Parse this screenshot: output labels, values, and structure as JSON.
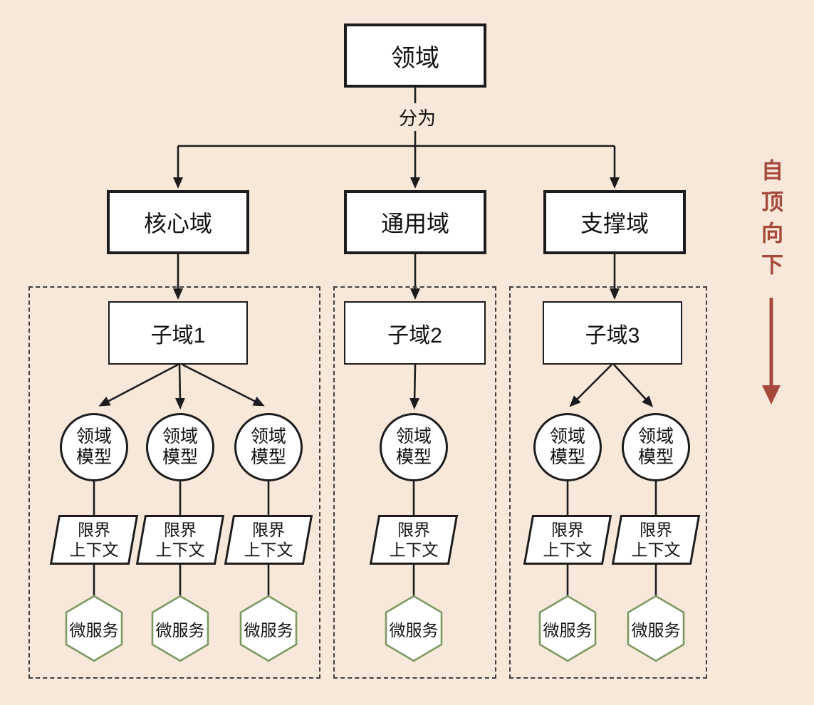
{
  "diagram": {
    "root": "领域",
    "split_label": "分为",
    "domains": [
      "核心域",
      "通用域",
      "支撑域"
    ],
    "subdomains": [
      "子域1",
      "子域2",
      "子域3"
    ],
    "shared_labels": {
      "domain_model": [
        "领域",
        "模型"
      ],
      "bounded_context": [
        "限界",
        "上下文"
      ],
      "microservice": "微服务"
    },
    "annotation": "自顶向下",
    "colors": {
      "background": "#f7e8da",
      "node_fill": "#ffffff",
      "node_border": "#1c1c1c",
      "dashed_border": "#3f3f3f",
      "hexagon_border": "#7d9a62",
      "accent_red": "#a6493d"
    }
  }
}
